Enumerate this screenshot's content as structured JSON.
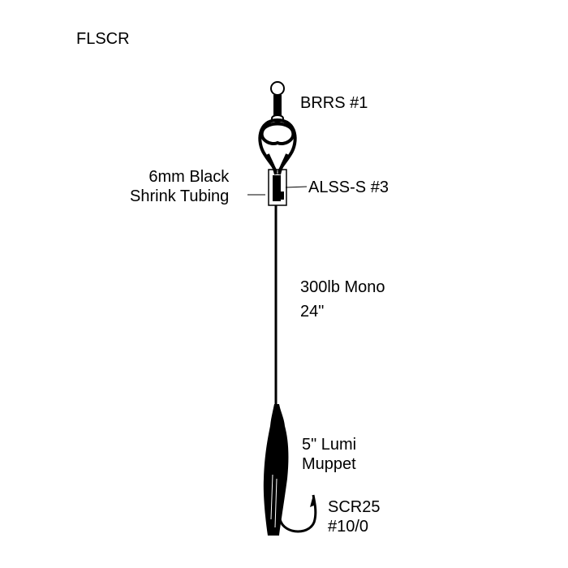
{
  "title": "FLSCR",
  "labels": {
    "swivel": "BRRS #1",
    "tubing_line1": "6mm Black",
    "tubing_line2": "Shrink Tubing",
    "sleeve": "ALSS-S #3",
    "mono_line1": "300lb Mono",
    "mono_line2": "24\"",
    "muppet_line1": "5\" Lumi",
    "muppet_line2": "Muppet",
    "hook_line1": "SCR25",
    "hook_line2": "#10/0"
  },
  "colors": {
    "line": "#000000",
    "background": "#ffffff"
  }
}
